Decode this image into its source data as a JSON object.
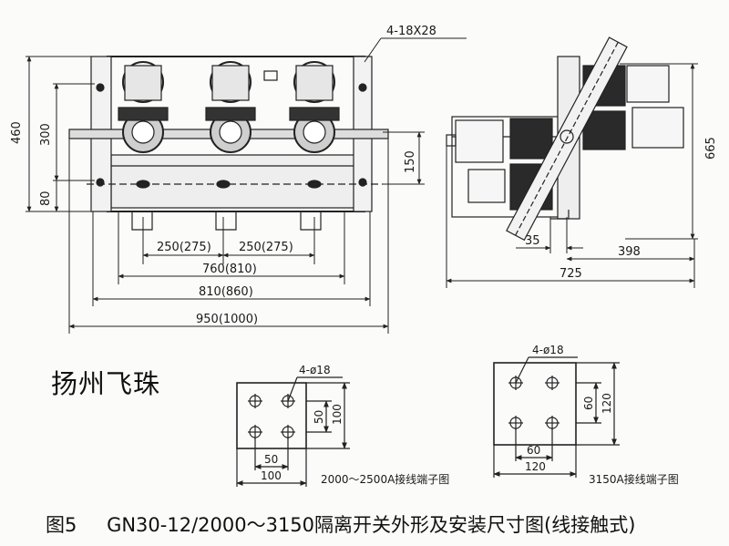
{
  "brand": "扬州飞珠",
  "caption": {
    "figure": "图5",
    "text": "GN30-12/2000～3150隔离开关外形及安装尺寸图(线接触式)"
  },
  "front_view": {
    "hole_spec": "4-18X28",
    "dim_height_total": "460",
    "dim_height_300": "300",
    "dim_height_80": "80",
    "dim_height_150": "150",
    "dim_pitch_1": "250(275)",
    "dim_pitch_2": "250(275)",
    "dim_width_760": "760(810)",
    "dim_width_810": "810(860)",
    "dim_width_950": "950(1000)"
  },
  "side_view": {
    "dim_height_665": "665",
    "dim_35": "35",
    "dim_398": "398",
    "dim_725": "725"
  },
  "terminal_left": {
    "hole_spec": "4-ø18",
    "dim_50_v": "50",
    "dim_100_v": "100",
    "dim_50_h": "50",
    "dim_100_h": "100",
    "label": "2000～2500A接线端子图"
  },
  "terminal_right": {
    "hole_spec": "4-ø18",
    "dim_60_v": "60",
    "dim_120_v": "120",
    "dim_60_h": "60",
    "dim_120_h": "120",
    "label": "3150A接线端子图"
  }
}
